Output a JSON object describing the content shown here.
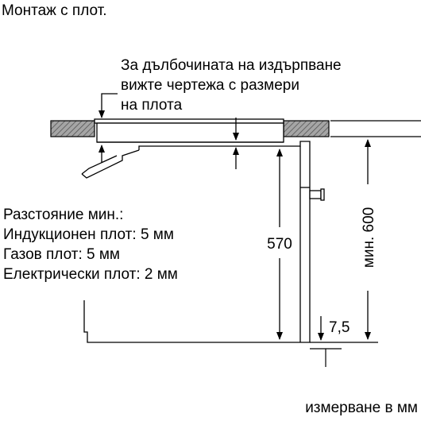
{
  "title": "Монтаж с плот.",
  "note_lines": [
    "За дълбочината на издърпване",
    "вижте чертежа с размери",
    "на плота"
  ],
  "distance_lines": [
    "Разстояние мин.:",
    "Индукционен плот: 5 мм",
    "Газов плот: 5 мм",
    "Електрически плот: 2 мм"
  ],
  "dimensions": {
    "oven_height": "570",
    "niche_height": "мин. 600",
    "gap": "7,5"
  },
  "units_note": "измерване в мм",
  "colors": {
    "hatch_fill": "#9a9a9a",
    "line": "#000000"
  }
}
